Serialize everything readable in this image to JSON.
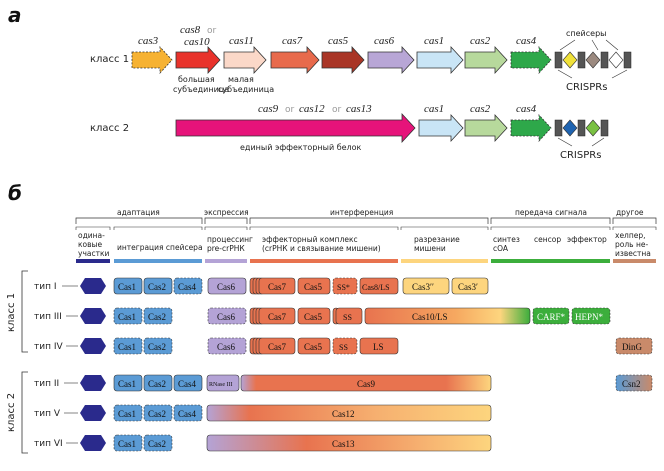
{
  "panel_a": {
    "letter": "а",
    "class1": {
      "label": "класс 1",
      "genes": {
        "cas3": "cas3",
        "cas8": "cas8",
        "or1": "or",
        "cas10": "cas10",
        "cas11": "cas11",
        "cas7": "cas7",
        "cas5": "cas5",
        "cas6": "cas6",
        "cas1": "cas1",
        "cas2": "cas2",
        "cas4": "cas4"
      },
      "large_subunit": [
        "большая",
        "субъединица"
      ],
      "small_subunit": [
        "малая",
        "субъединица"
      ],
      "spacers": "спейсеры",
      "crispr": "CRISPRs"
    },
    "class2": {
      "label": "класс 2",
      "genes": {
        "cas9": "cas9",
        "or1": "or",
        "cas12": "cas12",
        "or2": "or",
        "cas13": "cas13",
        "cas1": "cas1",
        "cas2": "cas2",
        "cas4": "cas4"
      },
      "effector": "единый эффекторный белок",
      "crispr": "CRISPRs"
    },
    "colors": {
      "cas3": "#f6b233",
      "cas8": "#e8322b",
      "cas11": "#fbd8c8",
      "cas7": "#e86a4c",
      "cas5": "#a93526",
      "cas6": "#b8a6d6",
      "cas1": "#c9e5f6",
      "cas2": "#b7d99c",
      "cas4": "#2ea84a",
      "effector": "#e6137a",
      "spacer_yellow": "#f1e23a",
      "spacer_brown": "#9c8a80",
      "spacer_blue": "#1f64b1",
      "spacer_green": "#7ac143"
    }
  },
  "panel_b": {
    "letter": "б",
    "headers": {
      "adaptation": "адаптация",
      "expression": "экспрессия",
      "interference": "интерференция",
      "signal": "передача сигнала",
      "other": "другое"
    },
    "sub": {
      "single": [
        "одина-",
        "ковые",
        "участки"
      ],
      "integration": "интеграция спейсера",
      "processing": [
        "процессинг",
        "pre-crРНК"
      ],
      "effector": [
        "эффекторный комплекс",
        "(crРНК и связывание мишени)"
      ],
      "cleavage": [
        "разрезание",
        "мишени"
      ],
      "synth": [
        "синтез",
        "cOA"
      ],
      "sensor": "сенсор",
      "effector2": "эффектор",
      "helper": [
        "хелпер,",
        "роль не-",
        "известна"
      ]
    },
    "class1_label": "класс 1",
    "class2_label": "класс 2",
    "types": {
      "t1": "тип I",
      "t3": "тип III",
      "t4": "тип IV",
      "t2": "тип II",
      "t5": "тип V",
      "t6": "тип VI"
    },
    "proteins": {
      "cas1": "Cas1",
      "cas2": "Cas2",
      "cas4": "Cas4",
      "cas6": "Cas6",
      "cas7": "Cas7",
      "cas5": "Cas5",
      "ss": "SS",
      "ss_star": "SS*",
      "cas8ls": "Cas8/LS",
      "cas3pp": "Cas3′′",
      "cas3p": "Cas3′",
      "cas10ls": "Cas10/LS",
      "carf": "CARF*",
      "hepn": "HEPN*",
      "ls": "LS",
      "ding": "DinG",
      "rnase": "RNase III",
      "cas9": "Cas9",
      "cas12": "Cas12",
      "cas13": "Cas13",
      "csn2": "Csn2"
    },
    "colors": {
      "hex": "#2a2a8c",
      "blue": "#5b9bd5",
      "purple": "#b4a3d6",
      "orange": "#e8734f",
      "yellow": "#fdd57e",
      "green": "#3cae3c",
      "ding": "#c98a6a"
    }
  }
}
